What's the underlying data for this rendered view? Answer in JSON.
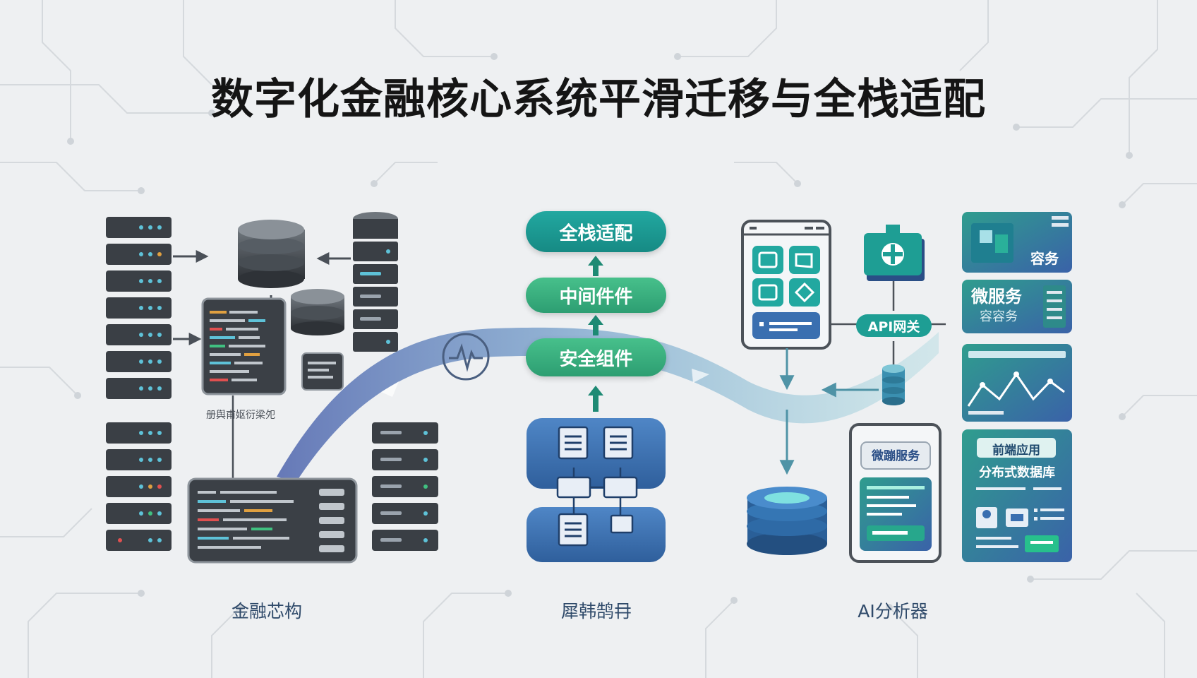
{
  "title": "数字化金融核心系统平滑迁移与全栈适配",
  "left": {
    "small_label": "册舆甫妪衍梁夗",
    "caption": "金融芯构"
  },
  "middle": {
    "pill_top": "全栈适配",
    "pill_mid": "中间件件",
    "pill_bottom": "安全组件",
    "caption": "犀韩鹄冄"
  },
  "right": {
    "api_gateway": "API网关",
    "microservice_panel": "微蹦服务",
    "tile_container": "容务",
    "tile_micro_title": "微服务",
    "tile_micro_sub": "容容务",
    "tile_frontend_title": "前端应用",
    "tile_frontend_sub": "分布式数据库",
    "caption": "AI分析器"
  },
  "colors": {
    "teal": "#1e9e94",
    "green": "#35b27f",
    "blue": "#3a6fb0",
    "navy": "#2a4e86",
    "server": "#3a3f45"
  }
}
